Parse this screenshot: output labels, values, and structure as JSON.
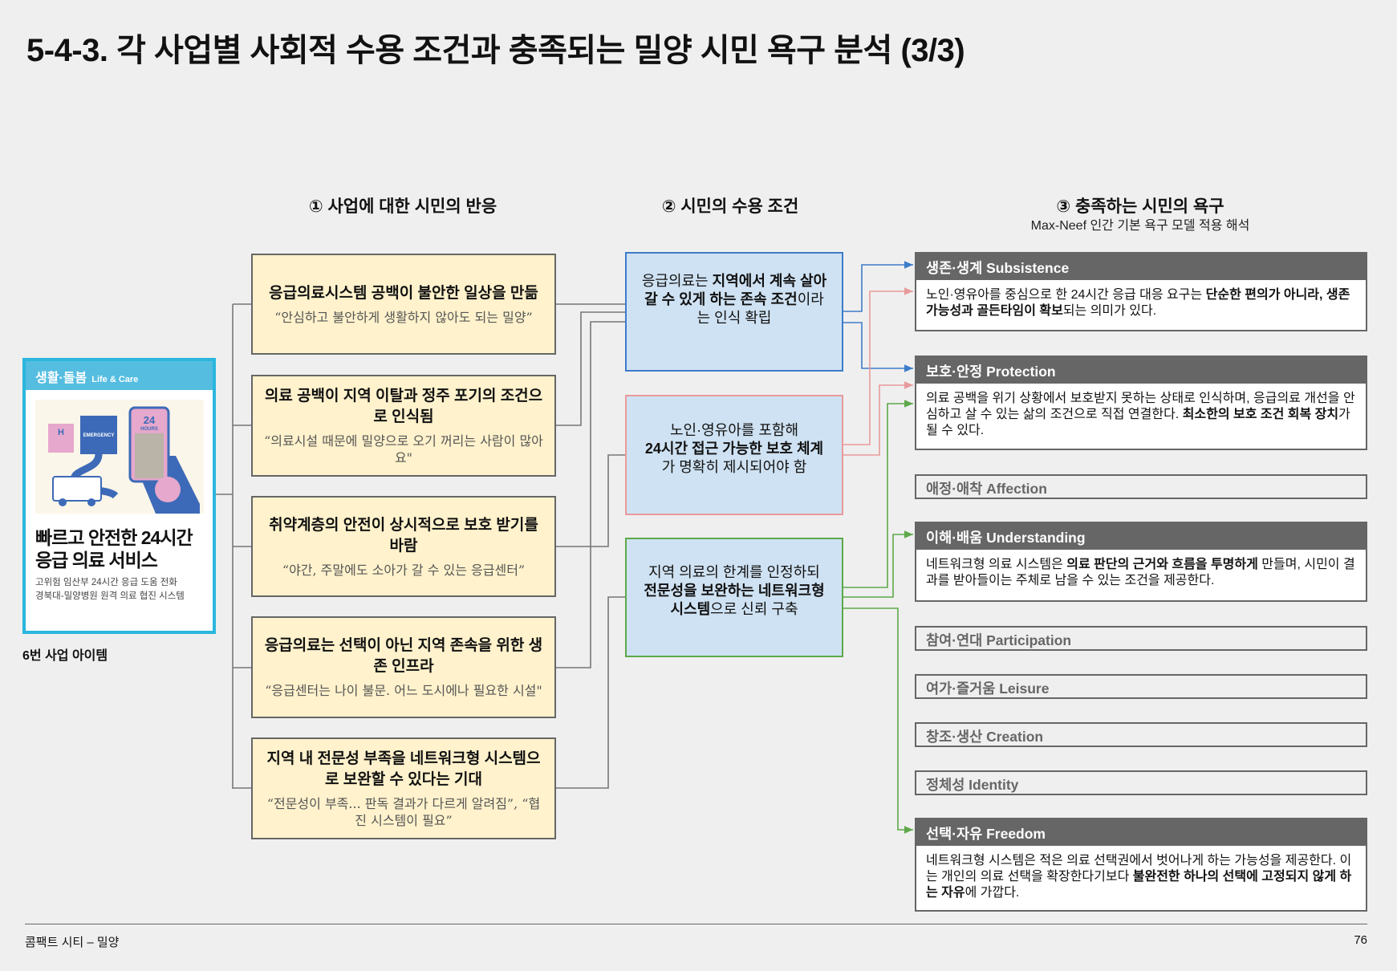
{
  "title": "5-4-3. 각 사업별 사회적 수용 조건과 충족되는 밀양 시민 욕구 분석 (3/3)",
  "columns": {
    "c1": "① 사업에 대한 시민의 반응",
    "c2": "② 시민의 수용 조건",
    "c3": "③ 충족하는 시민의 욕구",
    "c3_sub": "Max-Neef 인간 기본 욕구 모델 적용 해석"
  },
  "card": {
    "category": "생활·돌봄",
    "category_en": "Life & Care",
    "title1": "빠르고 안전한 24시간",
    "title2": "응급 의료 서비스",
    "sub1": "고위험 임산부 24시간 응급 도움 전화",
    "sub2": "경북대-밀양병원 원격 의료 협진 시스템",
    "label": "6번 사업 아이템",
    "illustration": {
      "hospital_letter": "H",
      "emergency": "EMERGENCY",
      "hours_num": "24",
      "hours": "HOURS"
    }
  },
  "reactions": [
    {
      "title": "응급의료시스템 공백이 불안한 일상을 만듦",
      "quote": "“안심하고 불안하게 생활하지 않아도 되는 밀양”"
    },
    {
      "title": "의료 공백이 지역 이탈과 정주 포기의 조건으로 인식됨",
      "quote": "“의료시설 때문에 밀양으로 오기 꺼리는 사람이 많아요\""
    },
    {
      "title": "취약계층의 안전이 상시적으로 보호 받기를 바람",
      "quote": "“야간, 주말에도 소아가 갈 수 있는 응급센터”"
    },
    {
      "title": "응급의료는 선택이 아닌 지역 존속을 위한 생존 인프라",
      "quote": "“응급센터는 나이 불문. 어느 도시에나 필요한 시설\""
    },
    {
      "title": "지역 내 전문성 부족을 네트워크형 시스템으로 보완할 수 있다는 기대",
      "quote": "“전문성이 부족... 판독 결과가 다르게 알려짐”, “협진 시스템이 필요”"
    }
  ],
  "conditions": [
    {
      "color": "#3d7cc9",
      "parts": [
        {
          "t": "응급의료는 ",
          "b": false
        },
        {
          "t": "지역에서 계속 살아갈 수 있게 하는 존속 조건",
          "b": true
        },
        {
          "t": "이라는 인식 확립",
          "b": false
        }
      ]
    },
    {
      "color": "#e89a9a",
      "parts": [
        {
          "t": "노인·영유아를 포함해 ",
          "b": false
        },
        {
          "t": "24시간 접근 가능한 보호 체계",
          "b": true
        },
        {
          "t": "가 명확히 제시되어야 함",
          "b": false
        }
      ]
    },
    {
      "color": "#5ea84a",
      "parts": [
        {
          "t": "지역 의료의 한계를 인정하되 ",
          "b": false
        },
        {
          "t": "전문성을 보완하는 네트워크형 시스템",
          "b": true
        },
        {
          "t": "으로 신뢰 구축",
          "b": false
        }
      ]
    }
  ],
  "needs": [
    {
      "label": "생존·생계 Subsistence",
      "active": true,
      "parts": [
        {
          "t": "노인·영유아를 중심으로 한 24시간 응급 대응 요구는 ",
          "b": false
        },
        {
          "t": "단순한 편의가 아니라, 생존 가능성과 골든타임이 확보",
          "b": true
        },
        {
          "t": "되는 의미가 있다.",
          "b": false
        }
      ]
    },
    {
      "label": "보호·안정 Protection",
      "active": true,
      "parts": [
        {
          "t": "의료 공백을 위기 상황에서 보호받지 못하는 상태로 인식하며, 응급의료 개선을 안심하고 살 수 있는 삶의 조건으로 직접 연결한다. ",
          "b": false
        },
        {
          "t": "최소한의 보호 조건 회복 장치",
          "b": true
        },
        {
          "t": "가 될 수 있다.",
          "b": false
        }
      ]
    },
    {
      "label": "애정·애착 Affection",
      "active": false
    },
    {
      "label": "이해·배움 Understanding",
      "active": true,
      "parts": [
        {
          "t": "네트워크형 의료 시스템은 ",
          "b": false
        },
        {
          "t": "의료 판단의 근거와 흐름을 투명하게",
          "b": true
        },
        {
          "t": " 만들며, 시민이 결과를 받아들이는 주체로 남을 수 있는 조건을 제공한다.",
          "b": false
        }
      ]
    },
    {
      "label": "참여·연대 Participation",
      "active": false
    },
    {
      "label": "여가·즐거움 Leisure",
      "active": false
    },
    {
      "label": "창조·생산 Creation",
      "active": false
    },
    {
      "label": "정체성 Identity",
      "active": false
    },
    {
      "label": "선택·자유 Freedom",
      "active": true,
      "parts": [
        {
          "t": "네트워크형 시스템은 적은 의료 선택권에서 벗어나게 하는 가능성을 제공한다. 이는 개인의 의료 선택을 확장한다기보다 ",
          "b": false
        },
        {
          "t": "불완전한 하나의 선택에 고정되지 않게 하는 자유",
          "b": true
        },
        {
          "t": "에 가깝다.",
          "b": false
        }
      ]
    }
  ],
  "footer": {
    "left": "콤팩트 시티 – 밀양",
    "page": "76"
  }
}
